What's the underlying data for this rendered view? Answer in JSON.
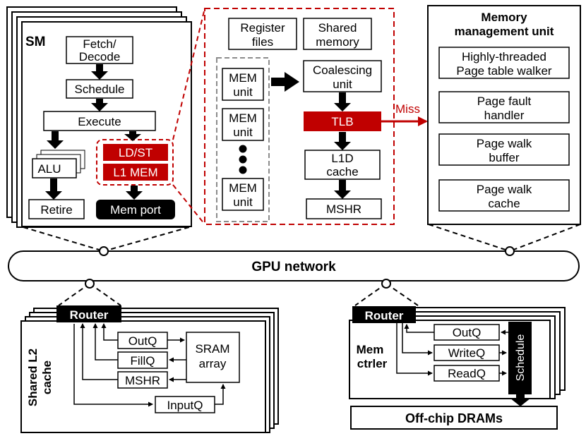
{
  "colors": {
    "accent": "#c00000",
    "ink": "#000000",
    "muted": "#8c8c8c",
    "paper": "#ffffff"
  },
  "sm": {
    "title": "SM",
    "fetch_decode": [
      "Fetch/",
      "Decode"
    ],
    "schedule": "Schedule",
    "execute": "Execute",
    "alu": "ALU",
    "ld_st": "LD/ST",
    "l1_mem": "L1 MEM",
    "retire": "Retire",
    "mem_port": "Mem port"
  },
  "memory_pipeline": {
    "register_files": [
      "Register",
      "files"
    ],
    "shared_memory": [
      "Shared",
      "memory"
    ],
    "mem_units": [
      [
        "MEM",
        "unit"
      ],
      [
        "MEM",
        "unit"
      ],
      [
        "MEM",
        "unit"
      ]
    ],
    "coalescing_unit": [
      "Coalescing",
      "unit"
    ],
    "tlb": "TLB",
    "l1d_cache": [
      "L1D",
      "cache"
    ],
    "mshr": "MSHR",
    "miss_label": "Miss"
  },
  "mmu": {
    "title": [
      "Memory",
      "management unit"
    ],
    "blocks": [
      [
        "Highly-threaded",
        "Page table walker"
      ],
      [
        "Page fault",
        "handler"
      ],
      [
        "Page walk",
        "buffer"
      ],
      [
        "Page walk",
        "cache"
      ]
    ]
  },
  "network": {
    "label": "GPU network"
  },
  "l2": {
    "title": [
      "Shared L2",
      "cache"
    ],
    "router": "Router",
    "outq": "OutQ",
    "fillq": "FillQ",
    "mshr": "MSHR",
    "sram_array": [
      "SRAM",
      "array"
    ],
    "inputq": "InputQ"
  },
  "memctrl": {
    "title": [
      "Mem",
      "ctrler"
    ],
    "router": "Router",
    "outq": "OutQ",
    "writeq": "WriteQ",
    "readq": "ReadQ",
    "schedule": "Schedule"
  },
  "dram": {
    "label": "Off-chip DRAMs"
  }
}
